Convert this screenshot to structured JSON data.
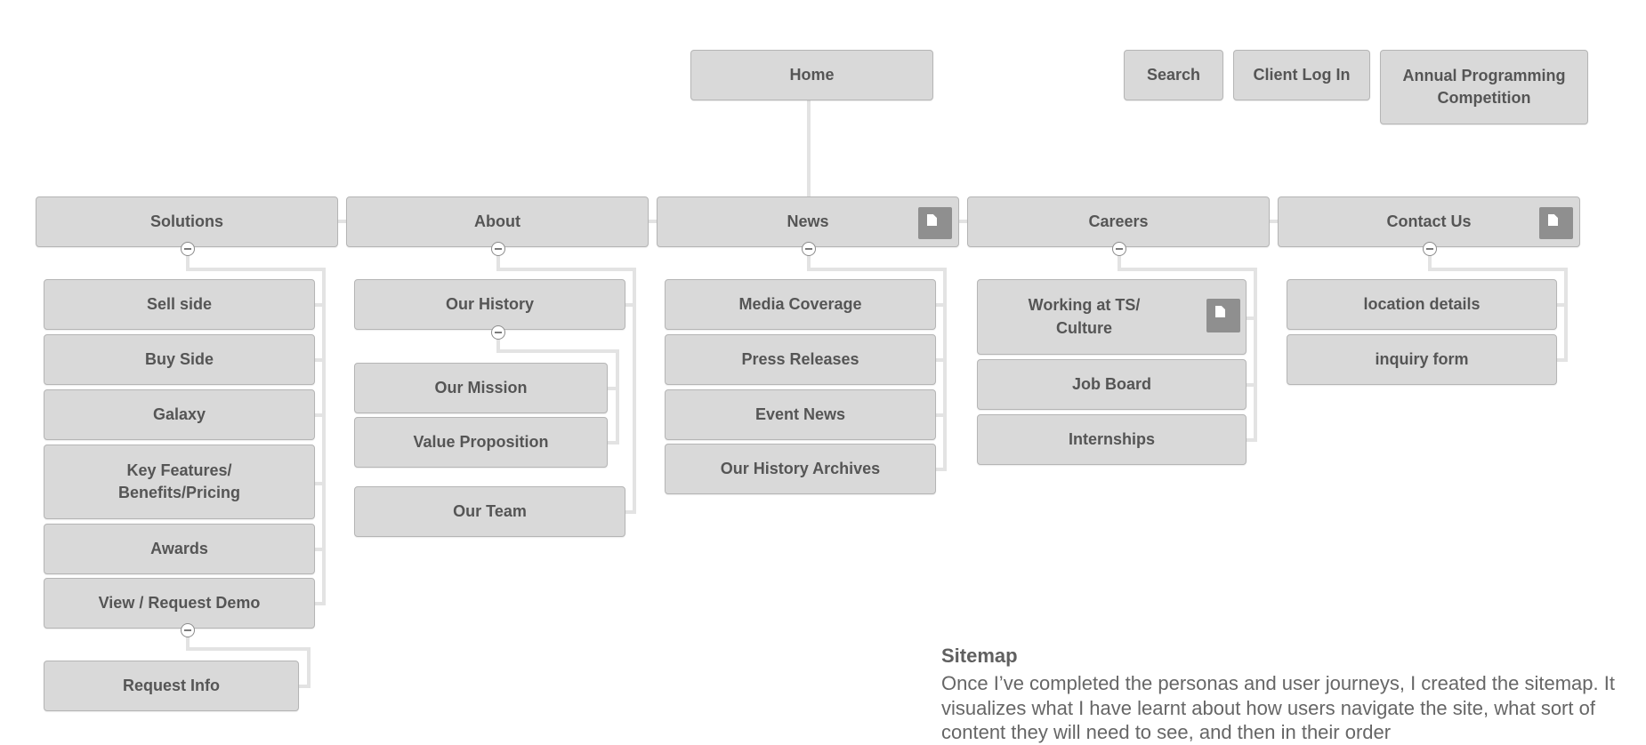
{
  "sitemap": {
    "home": "Home",
    "utility": {
      "search": "Search",
      "client_login": "Client Log In",
      "competition": "Annual Programming\nCompetition"
    },
    "sections": {
      "solutions": {
        "label": "Solutions",
        "items": {
          "sell_side": "Sell side",
          "buy_side": "Buy Side",
          "galaxy": "Galaxy",
          "key_features": "Key Features/\nBenefits/Pricing",
          "awards": "Awards",
          "view_request_demo": "View / Request Demo",
          "request_info": "Request Info"
        }
      },
      "about": {
        "label": "About",
        "items": {
          "our_history": "Our History",
          "our_mission": "Our Mission",
          "value_proposition": "Value Proposition",
          "our_team": "Our Team"
        }
      },
      "news": {
        "label": "News",
        "items": {
          "media_coverage": "Media Coverage",
          "press_releases": "Press Releases",
          "event_news": "Event News",
          "history_archives": "Our History Archives"
        }
      },
      "careers": {
        "label": "Careers",
        "items": {
          "working_at": "Working at TS/\nCulture",
          "job_board": "Job Board",
          "internships": "Internships"
        }
      },
      "contact": {
        "label": "Contact Us",
        "items": {
          "location_details": "location details",
          "inquiry_form": "inquiry form"
        }
      }
    }
  },
  "caption": {
    "title": "Sitemap",
    "body": "Once I’ve completed the personas and user journeys, I created the sitemap. It visualizes what I have learnt about how users navigate the site, what sort of content they will need to see, and then in their order"
  }
}
